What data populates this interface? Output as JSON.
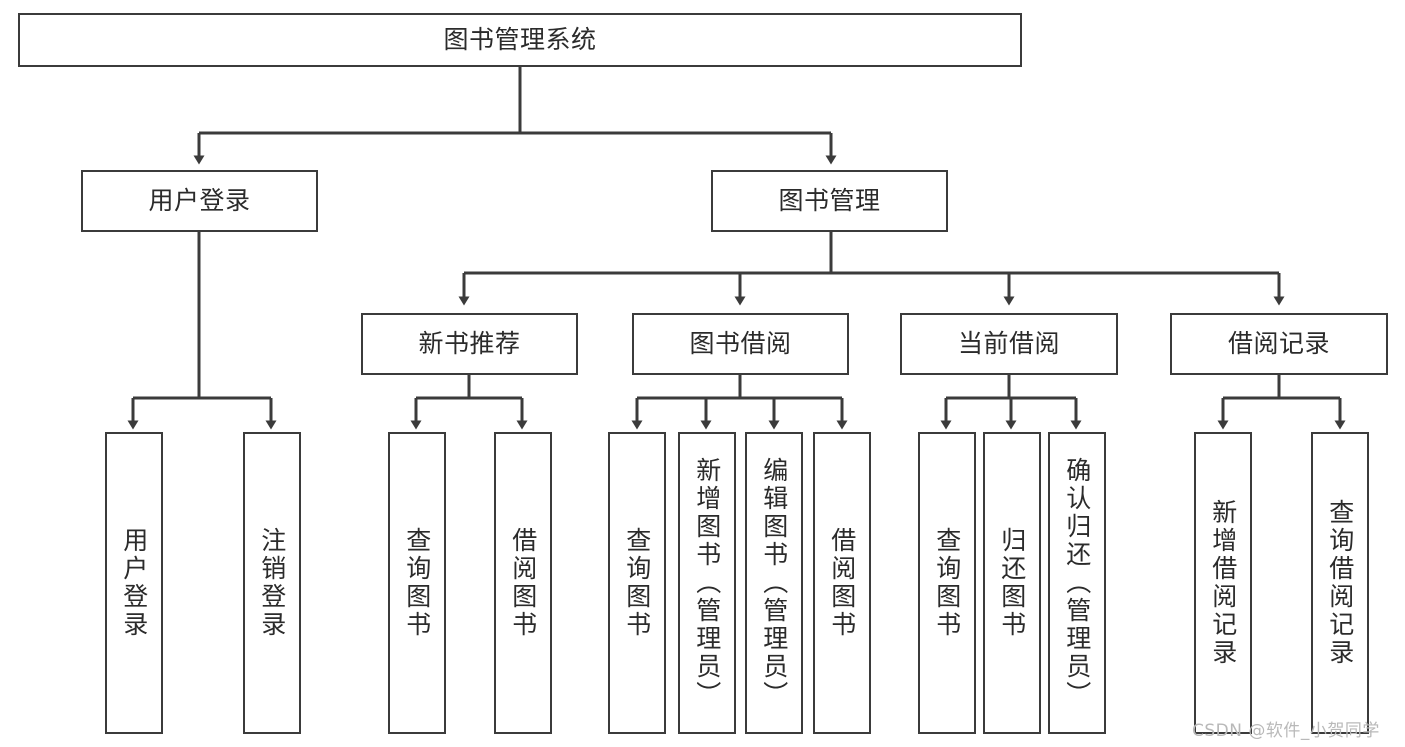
{
  "diagram": {
    "title": "图书管理系统",
    "type": "tree-hierarchy-chart",
    "orientation": "top-down",
    "colors": {
      "box_border": "#3b3b3b",
      "box_fill": "#ffffff",
      "edge": "#3b3b3b",
      "text": "#2b2b2b",
      "background": "#ffffff",
      "watermark": "#b9b9b9"
    }
  },
  "nodes": {
    "root": {
      "label": "图书管理系统",
      "level": 1
    },
    "level2": [
      {
        "id": "user-login",
        "label": "用户登录"
      },
      {
        "id": "book-management",
        "label": "图书管理"
      }
    ],
    "level3": [
      {
        "id": "new-book-recommend",
        "label": "新书推荐"
      },
      {
        "id": "book-borrow",
        "label": "图书借阅"
      },
      {
        "id": "current-borrow",
        "label": "当前借阅"
      },
      {
        "id": "borrow-record",
        "label": "借阅记录"
      }
    ],
    "leaves": {
      "user-login": [
        {
          "id": "leaf-user-login",
          "label": "用户登录"
        },
        {
          "id": "leaf-user-logout",
          "label": "注销登录"
        }
      ],
      "new-book-recommend": [
        {
          "id": "leaf-query-book-1",
          "label": "查询图书"
        },
        {
          "id": "leaf-borrow-book-1",
          "label": "借阅图书"
        }
      ],
      "book-borrow": [
        {
          "id": "leaf-query-book-2",
          "label": "查询图书"
        },
        {
          "id": "leaf-add-book",
          "label": "新增图书（管理员）"
        },
        {
          "id": "leaf-edit-book",
          "label": "编辑图书（管理员）"
        },
        {
          "id": "leaf-borrow-book-2",
          "label": "借阅图书"
        }
      ],
      "current-borrow": [
        {
          "id": "leaf-query-book-3",
          "label": "查询图书"
        },
        {
          "id": "leaf-return-book",
          "label": "归还图书"
        },
        {
          "id": "leaf-confirm-return",
          "label": "确认归还（管理员）"
        }
      ],
      "borrow-record": [
        {
          "id": "leaf-add-record",
          "label": "新增借阅记录"
        },
        {
          "id": "leaf-query-record",
          "label": "查询借阅记录"
        }
      ]
    }
  },
  "watermark": {
    "text": "CSDN @软件_小贺同学"
  }
}
